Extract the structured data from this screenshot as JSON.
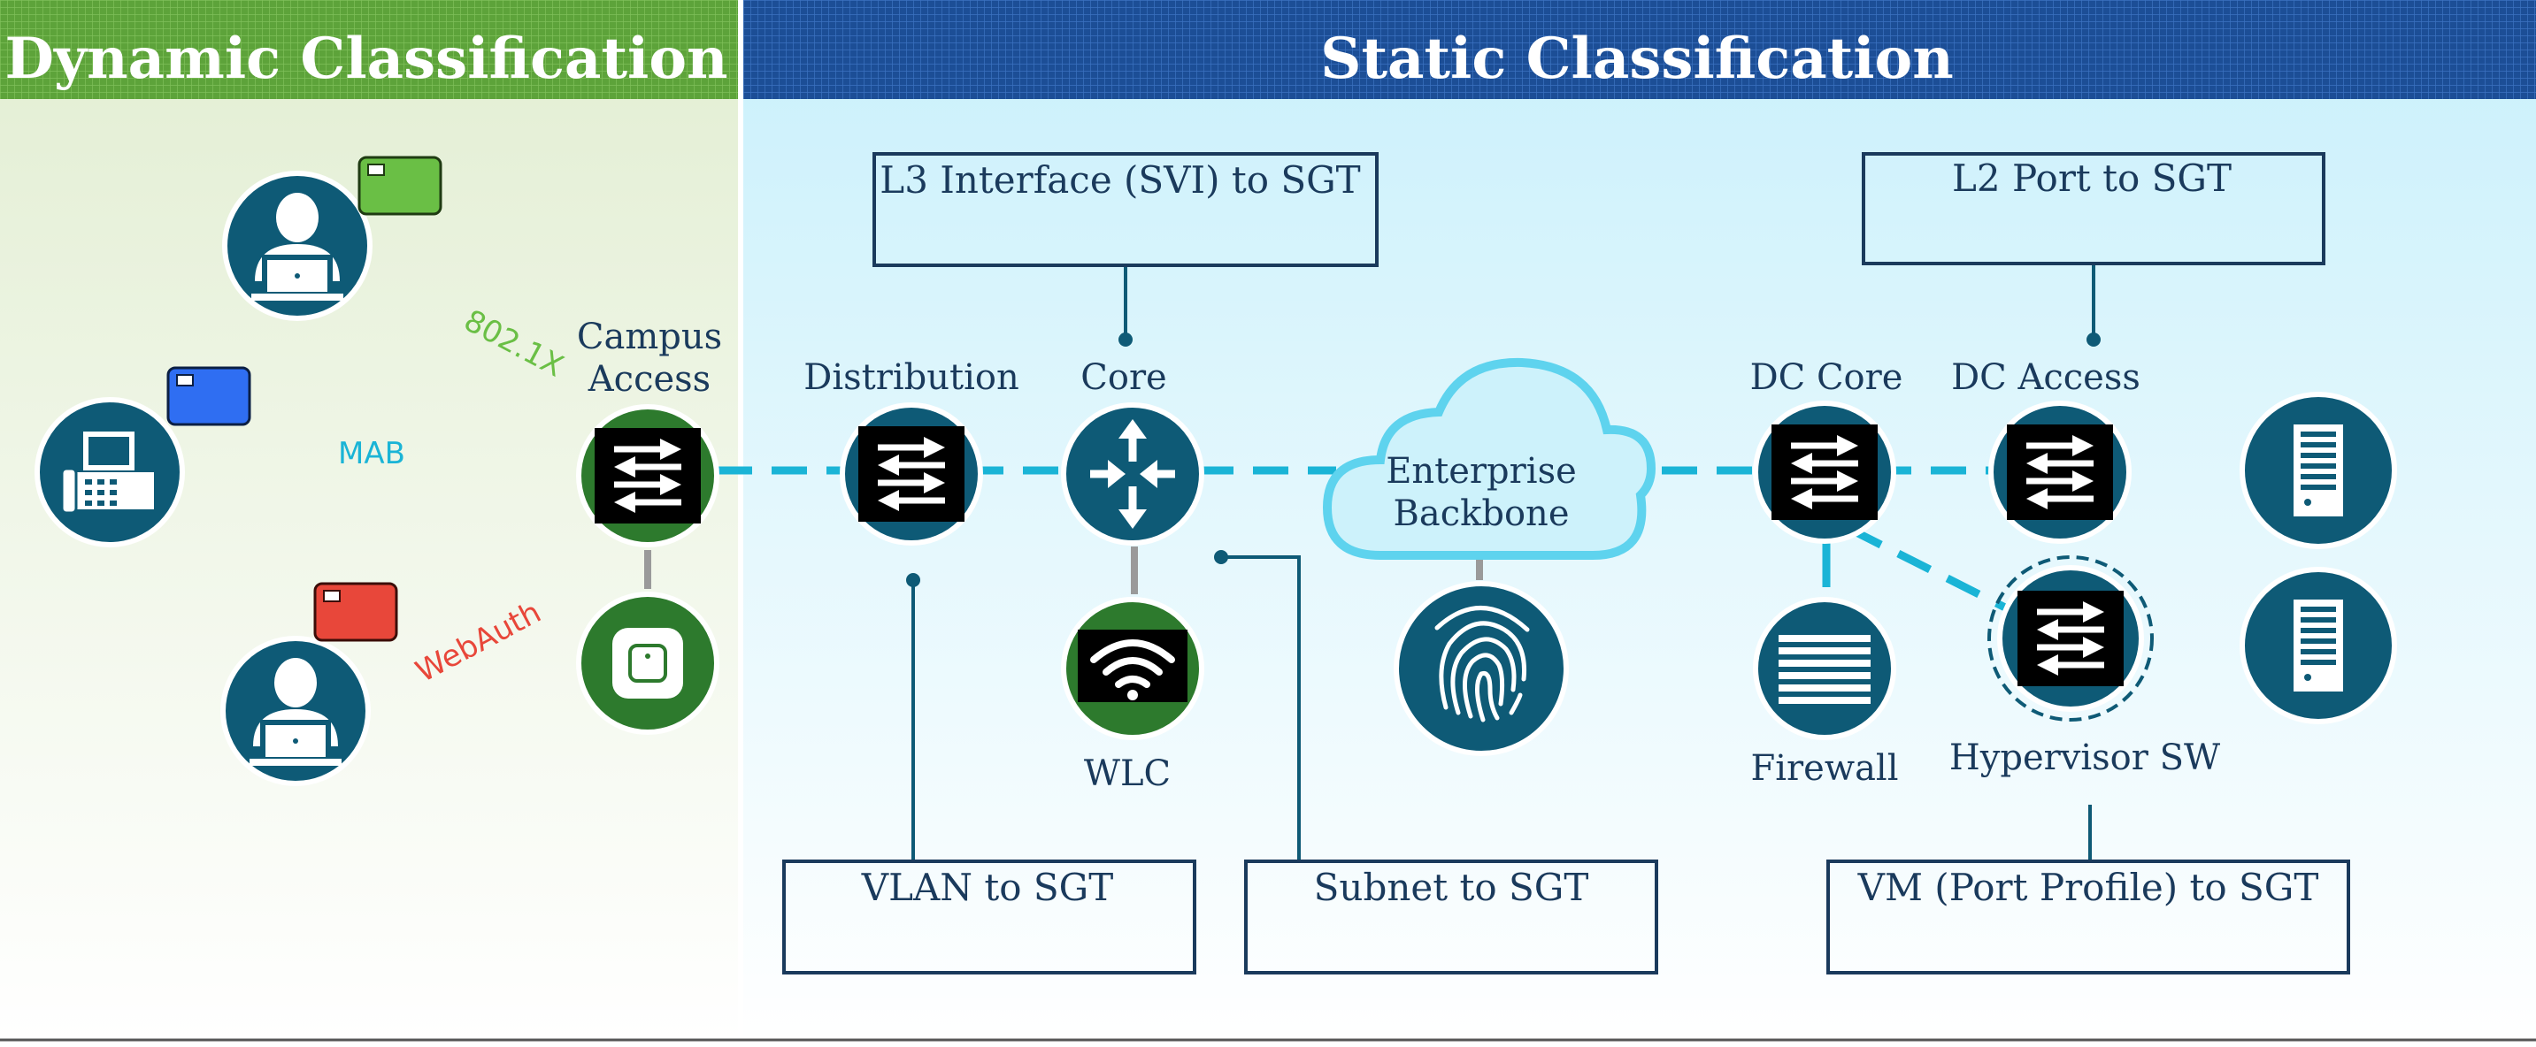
{
  "sections": {
    "dynamic_title": "Dynamic Classification",
    "static_title": "Static Classification"
  },
  "methods": {
    "dot1x": "802.1X",
    "mab": "MAB",
    "webauth": "WebAuth"
  },
  "devices": {
    "campus_access_line1": "Campus",
    "campus_access_line2": "Access",
    "distribution": "Distribution",
    "core": "Core",
    "wlc": "WLC",
    "backbone_line1": "Enterprise",
    "backbone_line2": "Backbone",
    "dc_core": "DC Core",
    "dc_access": "DC Access",
    "firewall": "Firewall",
    "hypervisor_sw": "Hypervisor SW"
  },
  "callouts": {
    "l3_interface": "L3 Interface (SVI) to SGT",
    "l2_port": "L2 Port to SGT",
    "vlan": "VLAN to SGT",
    "subnet": "Subnet to SGT",
    "vm_port_profile": "VM (Port Profile) to SGT"
  },
  "colors": {
    "dynamic_header": "#5da33a",
    "static_header": "#1c4e96",
    "device_teal": "#0e5a76",
    "link_cyan": "#1ab4d6",
    "switch_black": "#000000",
    "campus_green": "#2d7a2d",
    "label_navy": "#1a3a5c",
    "tag_green": "#6abf45",
    "tag_blue": "#2f6ef2",
    "tag_red": "#e8473a"
  },
  "icons": {
    "user_laptop": "user-laptop-icon",
    "ip_phone": "ip-phone-icon",
    "switch": "switch-icon",
    "router": "router-icon",
    "access_point": "access-point-icon",
    "wifi": "wifi-icon",
    "cloud": "cloud-icon",
    "fingerprint": "fingerprint-icon",
    "firewall": "firewall-icon",
    "server": "server-icon"
  }
}
